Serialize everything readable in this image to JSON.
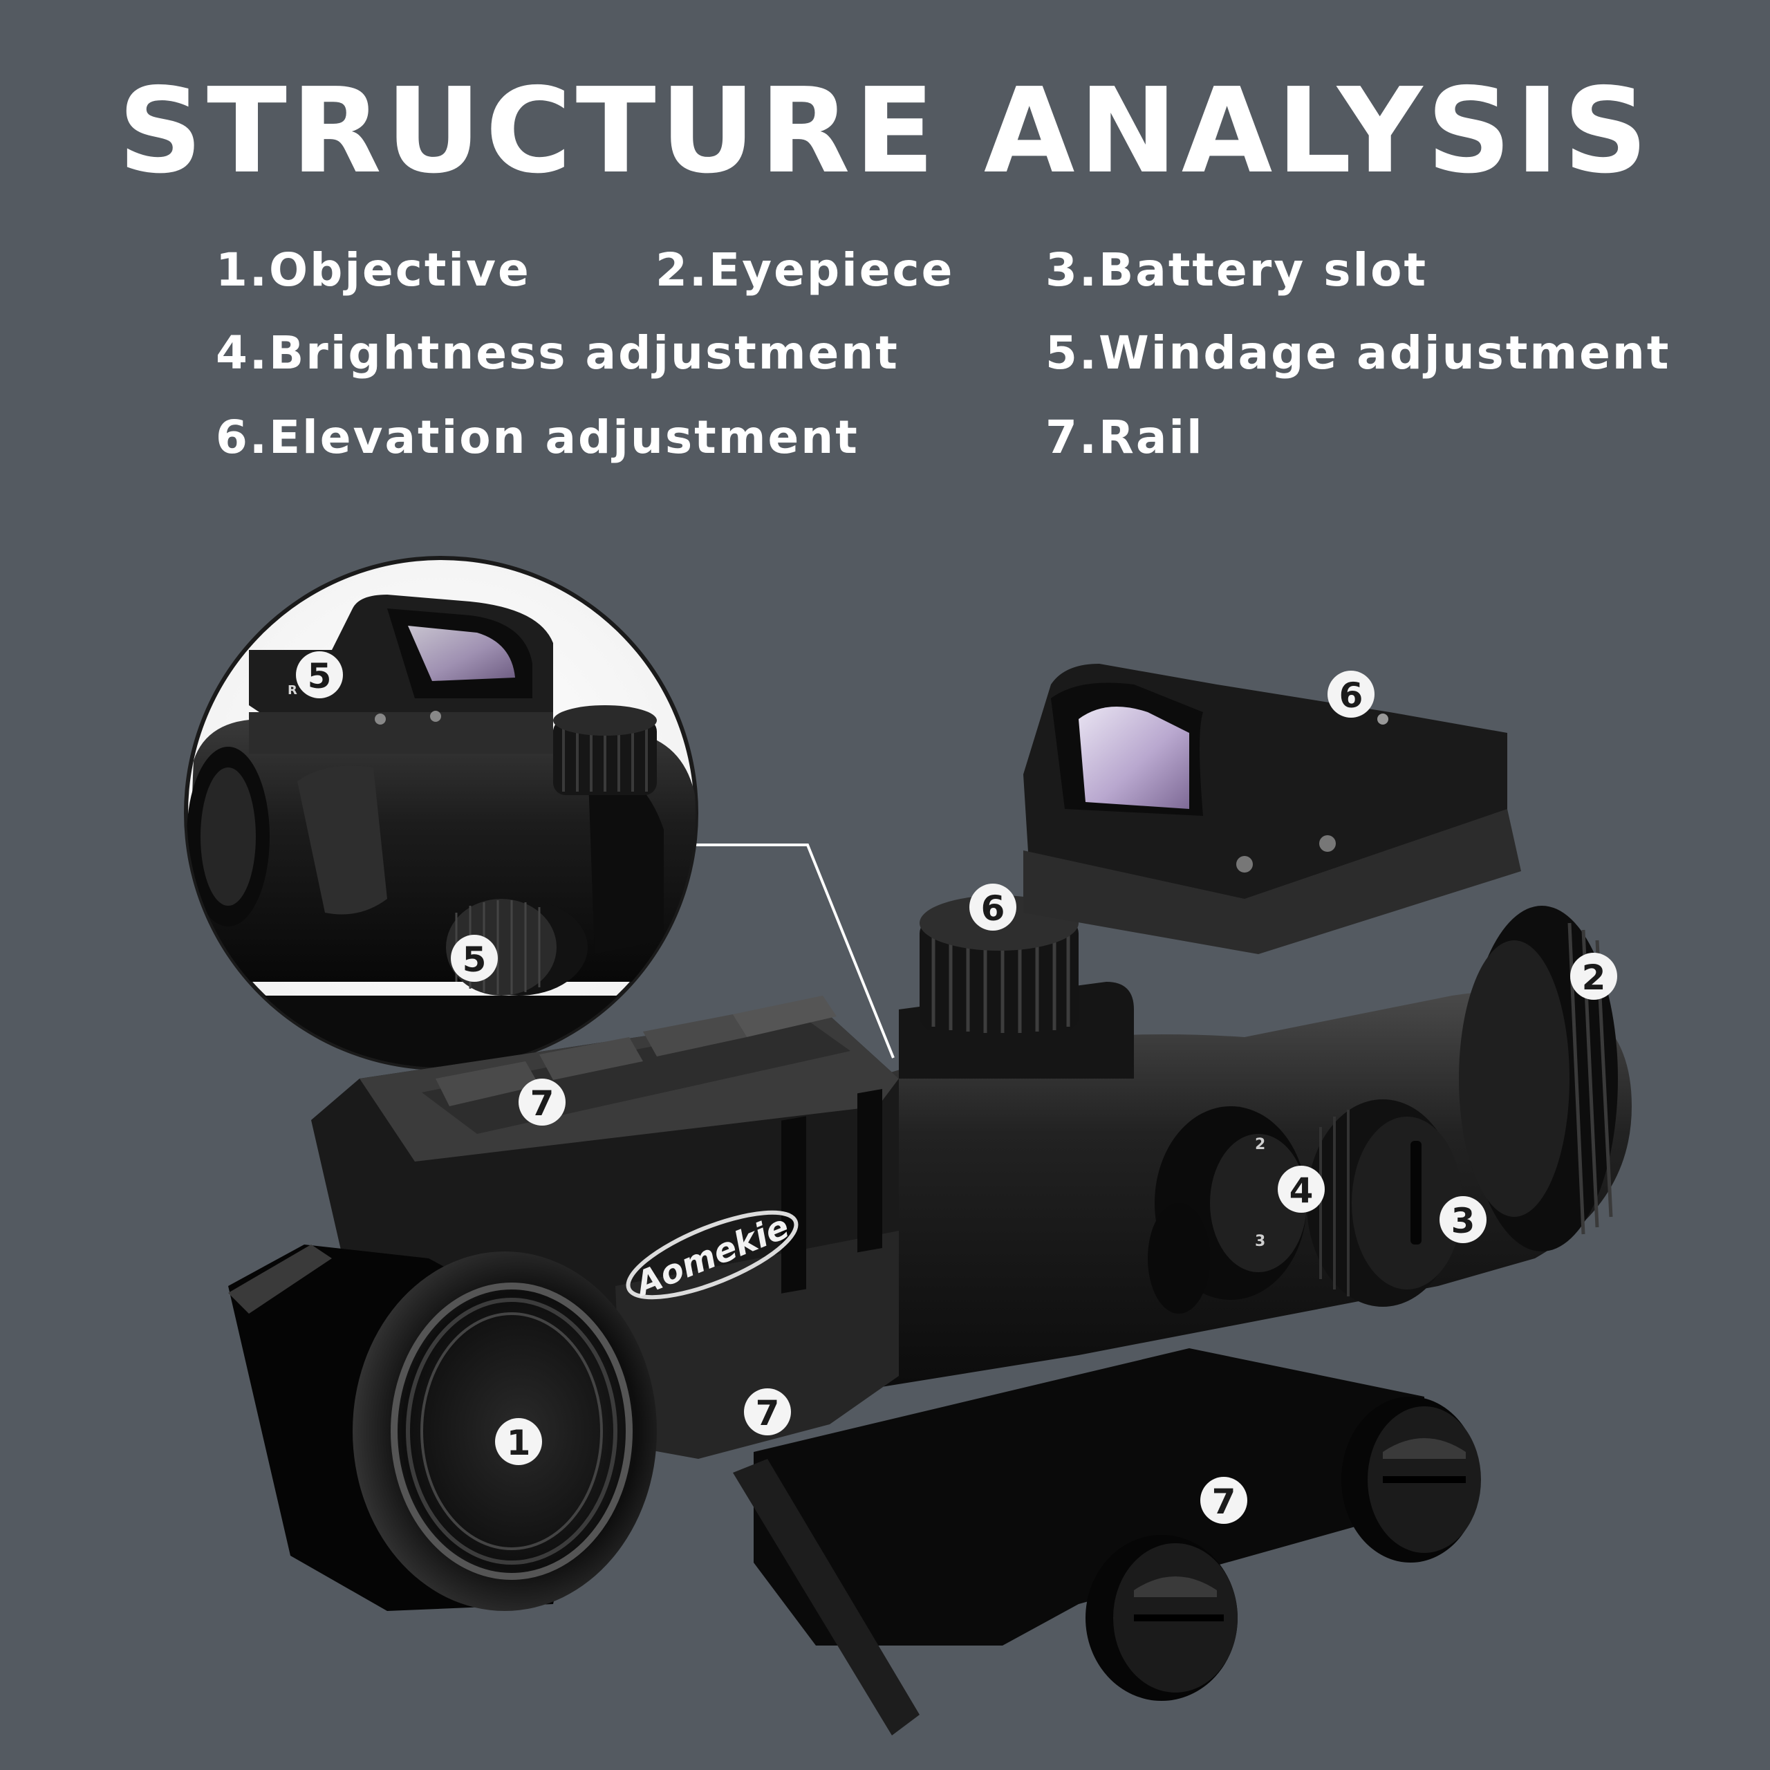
{
  "title": "STRUCTURE ANALYSIS",
  "legend": [
    "1.Objective",
    "2.Eyepiece",
    "3.Battery slot",
    "4.Brightness adjustment",
    "5.Windage adjustment",
    "6.Elevation adjustment",
    "7.Rail"
  ],
  "brand": "Aomekie",
  "callouts": [
    "1",
    "2",
    "3",
    "4",
    "5",
    "5",
    "6",
    "6",
    "7",
    "7",
    "7"
  ],
  "dial_marks": [
    "2",
    "3"
  ],
  "dot_sight_mark": "R",
  "colors": {
    "background": "#545a61",
    "text": "#ffffff",
    "badge": "#f4f4f4",
    "metal": "#141414"
  }
}
